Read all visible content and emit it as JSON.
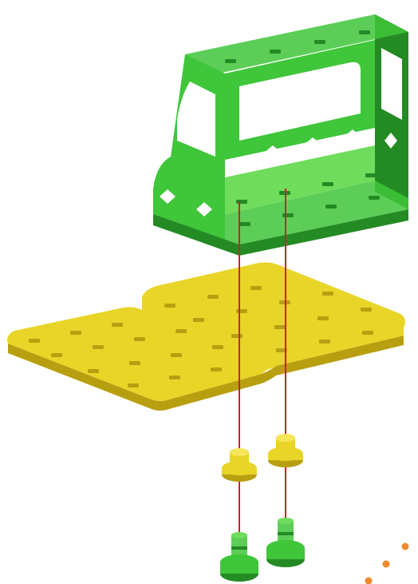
{
  "diagram": {
    "type": "exploded-assembly-view",
    "parts": [
      {
        "name": "frame",
        "color": "green"
      },
      {
        "name": "base-plate",
        "color": "yellow"
      },
      {
        "name": "spacer-bushing",
        "color": "yellow",
        "count": 2
      },
      {
        "name": "connector-peg",
        "color": "green",
        "count": 2
      }
    ],
    "assembly_lines": 2
  },
  "colors": {
    "frame_green": "#3fc63a",
    "frame_green_dark": "#248a24",
    "frame_green_light": "#6fdc5c",
    "plate_yellow": "#e9d528",
    "plate_yellow_dark": "#b89f10",
    "plate_yellow_light": "#f5e65a",
    "assembly_line": "#c0282a",
    "accent_dots": "#f2892a"
  }
}
